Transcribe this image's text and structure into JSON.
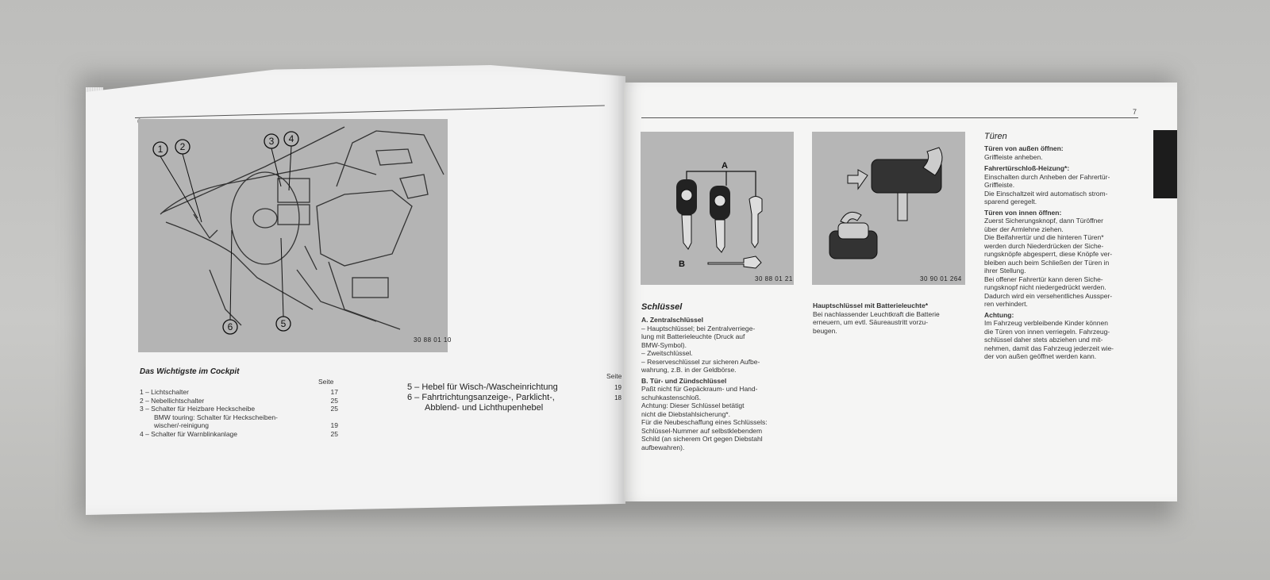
{
  "left_page": {
    "page_number": "6",
    "figure_code": "30 88 01 10",
    "callouts": [
      "1",
      "2",
      "3",
      "4",
      "5",
      "6"
    ],
    "cockpit_title": "Das Wichtigste im Cockpit",
    "seite_label": "Seite",
    "seite_label_2": "Seite",
    "items_left": [
      {
        "text": "1 – Lichtschalter",
        "page": "17"
      },
      {
        "text": "2 – Nebellichtschalter",
        "page": "25"
      },
      {
        "text": "3 – Schalter für Heizbare Heckscheibe",
        "page": "25"
      },
      {
        "text": "BMW touring: Schalter für Heckscheiben-",
        "page": ""
      },
      {
        "text": "wischer/-reinigung",
        "page": "19"
      },
      {
        "text": "4 – Schalter für Warnblinkanlage",
        "page": "25"
      }
    ],
    "items_right": [
      {
        "text": "5 – Hebel für Wisch-/Wascheinrichtung",
        "page": "19"
      },
      {
        "text": "6 – Fahrtrichtungsanzeige-, Parklicht-,",
        "page": "18"
      },
      {
        "text": "Abblend- und Lichthupenhebel",
        "page": ""
      }
    ]
  },
  "right_page": {
    "page_number": "7",
    "key_fig": {
      "label_a": "A",
      "label_b": "B",
      "code": "30 88 01 21"
    },
    "lamp_fig": {
      "code": "30 90 01 264"
    },
    "col1": {
      "title": "Schlüssel",
      "a_heading": "A.  Zentralschlüssel",
      "a_lines": [
        "–  Hauptschlüssel; bei Zentralverriege-",
        "    lung mit Batterieleuchte (Druck auf",
        "    BMW-Symbol).",
        "–  Zweitschlüssel.",
        "–  Reserveschlüssel zur sicheren Aufbe-",
        "    wahrung, z.B. in der Geldbörse."
      ],
      "b_heading": "B.  Tür- und Zündschlüssel",
      "b_lines": [
        "    Paßt nicht für Gepäckraum- und Hand-",
        "    schuhkastenschloß.",
        "    Achtung: Dieser Schlüssel betätigt",
        "    nicht die Diebstahlsicherung*."
      ],
      "end_lines": [
        "Für die Neubeschaffung eines Schlüssels:",
        "Schlüssel-Nummer auf selbstklebendem",
        "Schild (an sicherem Ort gegen Diebstahl",
        "aufbewahren)."
      ]
    },
    "col2": {
      "heading": "Hauptschlüssel mit Batterieleuchte*",
      "lines": [
        "Bei nachlassender Leuchtkraft die Batterie",
        "erneuern, um evtl. Säureaustritt vorzu-",
        "beugen."
      ]
    },
    "col3": {
      "title": "Türen",
      "h1": "Türen von außen öffnen:",
      "p1": [
        "Griffleiste anheben."
      ],
      "h2": "Fahrertürschloß-Heizung*:",
      "p2": [
        "Einschalten durch Anheben der Fahrertür-",
        "Griffleiste.",
        "Die Einschaltzeit wird automatisch strom-",
        "sparend geregelt."
      ],
      "h3": "Türen von innen öffnen:",
      "p3": [
        "Zuerst Sicherungsknopf, dann Türöffner",
        "über der Armlehne ziehen.",
        "Die Beifahrertür und die hinteren Türen*",
        "werden durch Niederdrücken der Siche-",
        "rungsknöpfe abgesperrt, diese Knöpfe ver-",
        "bleiben auch beim Schließen der Türen in",
        "ihrer Stellung.",
        "Bei offener Fahrertür kann deren Siche-",
        "rungsknopf nicht niedergedrückt werden.",
        "Dadurch wird ein versehentliches Aussper-",
        "ren verhindert."
      ],
      "h4": "Achtung:",
      "p4": [
        "Im Fahrzeug verbleibende Kinder können",
        "die Türen von innen verriegeln. Fahrzeug-",
        "schlüssel daher stets abziehen und mit-",
        "nehmen, damit das Fahrzeug jederzeit wie-",
        "der von außen geöffnet werden kann."
      ]
    }
  }
}
